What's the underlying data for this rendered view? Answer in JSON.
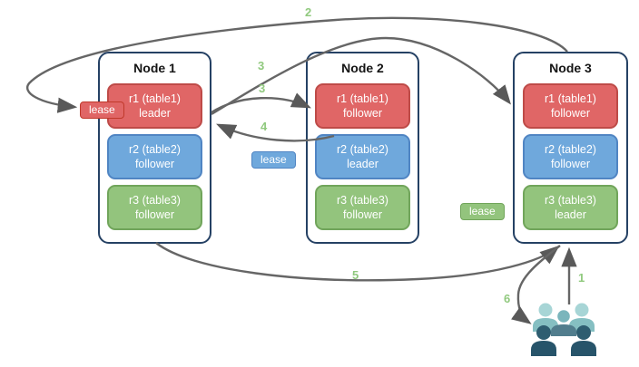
{
  "diagram": {
    "nodes": [
      {
        "title": "Node 1",
        "replicas": [
          {
            "line1": "r1 (table1)",
            "line2": "leader",
            "color": "red"
          },
          {
            "line1": "r2 (table2)",
            "line2": "follower",
            "color": "blue"
          },
          {
            "line1": "r3 (table3)",
            "line2": "follower",
            "color": "green"
          }
        ]
      },
      {
        "title": "Node 2",
        "replicas": [
          {
            "line1": "r1 (table1)",
            "line2": "follower",
            "color": "red"
          },
          {
            "line1": "r2 (table2)",
            "line2": "leader",
            "color": "blue"
          },
          {
            "line1": "r3 (table3)",
            "line2": "follower",
            "color": "green"
          }
        ]
      },
      {
        "title": "Node 3",
        "replicas": [
          {
            "line1": "r1 (table1)",
            "line2": "follower",
            "color": "red"
          },
          {
            "line1": "r2 (table2)",
            "line2": "follower",
            "color": "blue"
          },
          {
            "line1": "r3 (table3)",
            "line2": "leader",
            "color": "green"
          }
        ]
      }
    ],
    "leases": {
      "red": "lease",
      "blue": "lease",
      "green": "lease"
    },
    "steps": {
      "s1": "1",
      "s2": "2",
      "s3_upper": "3",
      "s3_lower": "3",
      "s4": "4",
      "s5": "5",
      "s6": "6"
    },
    "icons": {
      "users": "users-group-icon"
    },
    "colors": {
      "replica_red": "#E06666",
      "replica_red_border": "#BE4B48",
      "replica_blue": "#6FA8DC",
      "replica_blue_border": "#5085C3",
      "replica_green": "#93C47D",
      "replica_green_border": "#71A55B",
      "node_border": "#254164",
      "arrow": "#666666",
      "step_label": "#90C97E",
      "users_light": "#A7D5D6",
      "users_mid": "#7AB5BC",
      "users_dark": "#2E5D70"
    }
  }
}
